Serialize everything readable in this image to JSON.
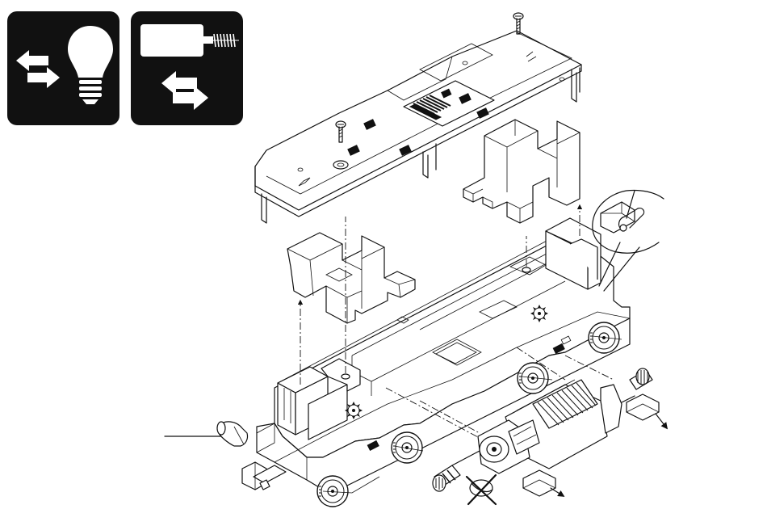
{
  "icons": {
    "light_exchange": "swap-arrows-bulb-icon",
    "motor_exchange": "swap-arrows-motor-icon"
  },
  "parts": {
    "light_bulb": "light-bulb",
    "circuit_board": "circuit-board",
    "motor": "motor",
    "lamp_holders": "lamp-holder",
    "chassis": "locomotive-chassis",
    "detail_callout": "detail-callout",
    "no_lubrication": "no-oil-symbol"
  },
  "colors": {
    "icon_background": "#111111",
    "icon_foreground": "#ffffff",
    "line": "#111111"
  }
}
